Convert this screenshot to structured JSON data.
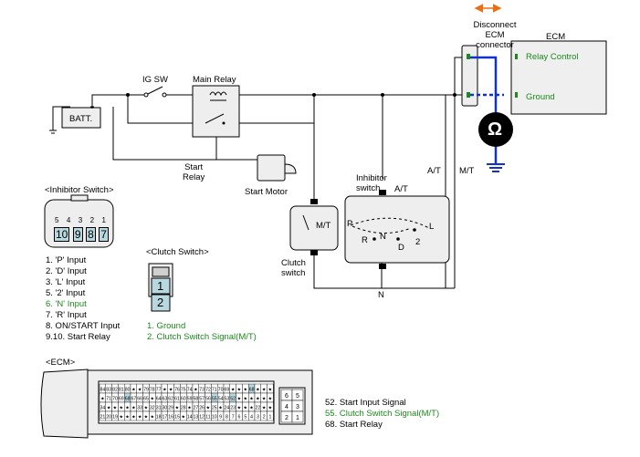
{
  "labels": {
    "disconnect": [
      "Disconnect",
      "ECM",
      "connector"
    ],
    "ecm_box": "ECM",
    "relay_control": "Relay Control",
    "ground": "Ground",
    "ig_sw": "IG SW",
    "main_relay": "Main Relay",
    "batt": "BATT.",
    "start_relay": [
      "Start",
      "Relay"
    ],
    "start_motor": "Start Motor",
    "inhibitor_switch": [
      "Inhibitor",
      "switch"
    ],
    "at": "A/T",
    "at2": "A/T",
    "mt": "M/T",
    "mt_switch": "M/T",
    "n": "N",
    "clutch_switch": [
      "Clutch",
      "switch"
    ],
    "gear_p": "P",
    "gear_r": "R",
    "gear_n": "N",
    "gear_d": "D",
    "gear_2": "2",
    "gear_l": "L",
    "ohm": "Ω"
  },
  "inhibitor_connector": {
    "title": "<Inhibitor Switch>",
    "top_pins": [
      "5",
      "4",
      "3",
      "2",
      "1"
    ],
    "bottom_pins": [
      "10",
      "9",
      "8",
      "7"
    ],
    "pins": [
      {
        "text": "1. 'P' Input",
        "highlight": false
      },
      {
        "text": "2. 'D' Input",
        "highlight": false
      },
      {
        "text": "3. 'L' Input",
        "highlight": false
      },
      {
        "text": "5. '2' Input",
        "highlight": false
      },
      {
        "text": "6. 'N' Input",
        "highlight": true
      },
      {
        "text": "7. 'R' Input",
        "highlight": false
      },
      {
        "text": "8. ON/START Input",
        "highlight": false
      },
      {
        "text": "9.10. Start Relay",
        "highlight": false
      }
    ]
  },
  "clutch_connector": {
    "title": "<Clutch Switch>",
    "pin_top": "1",
    "pin_bottom": "2",
    "pins": [
      {
        "text": "1. Ground",
        "highlight": true
      },
      {
        "text": "2. Clutch Switch Signal(M/T)",
        "highlight": true
      }
    ]
  },
  "ecm_connector": {
    "title": "<ECM>",
    "row1": [
      "84",
      "83",
      "82",
      "81",
      "80",
      "★",
      "★",
      "79",
      "78",
      "77",
      "★",
      "★",
      "76",
      "75",
      "74",
      "★",
      "73",
      "72",
      "71",
      "70",
      "69",
      "★",
      "★",
      "★",
      "68",
      "★",
      "★",
      "★"
    ],
    "row2": [
      "★",
      "71",
      "70",
      "69",
      "68",
      "67",
      "66",
      "65",
      "★",
      "64",
      "63",
      "62",
      "61",
      "60",
      "59",
      "58",
      "57",
      "56",
      "55",
      "54",
      "53",
      "52",
      "★",
      "★",
      "★",
      "★",
      "★",
      "★"
    ],
    "row3": [
      "34",
      "★",
      "★",
      "★",
      "★",
      "★",
      "33",
      "★",
      "32",
      "31",
      "30",
      "29",
      "★",
      "28",
      "★",
      "27",
      "26",
      "★",
      "25",
      "★",
      "24",
      "23",
      "★",
      "★",
      "★",
      "22",
      "★",
      "★"
    ],
    "row4": [
      "21",
      "20",
      "19",
      "★",
      "★",
      "★",
      "★",
      "★",
      "★",
      "18",
      "17",
      "16",
      "15",
      "★",
      "14",
      "13",
      "12",
      "11",
      "10",
      "9",
      "8",
      "7",
      "6",
      "5",
      "4",
      "3",
      "2",
      "1"
    ],
    "side": [
      "6",
      "5",
      "4",
      "3",
      "2",
      "1"
    ],
    "pins": [
      {
        "text": "52. Start Input Signal",
        "highlight": false
      },
      {
        "text": "55. Clutch Switch Signal(M/T)",
        "highlight": true
      },
      {
        "text": "68. Start Relay",
        "highlight": false
      }
    ]
  },
  "colors": {
    "wire": "#000000",
    "blue": "#1030d0",
    "orange": "#e87010",
    "green": "#1a8a1a",
    "box_fill": "#eeeeee",
    "pin_fill": "#b8d8e0"
  }
}
